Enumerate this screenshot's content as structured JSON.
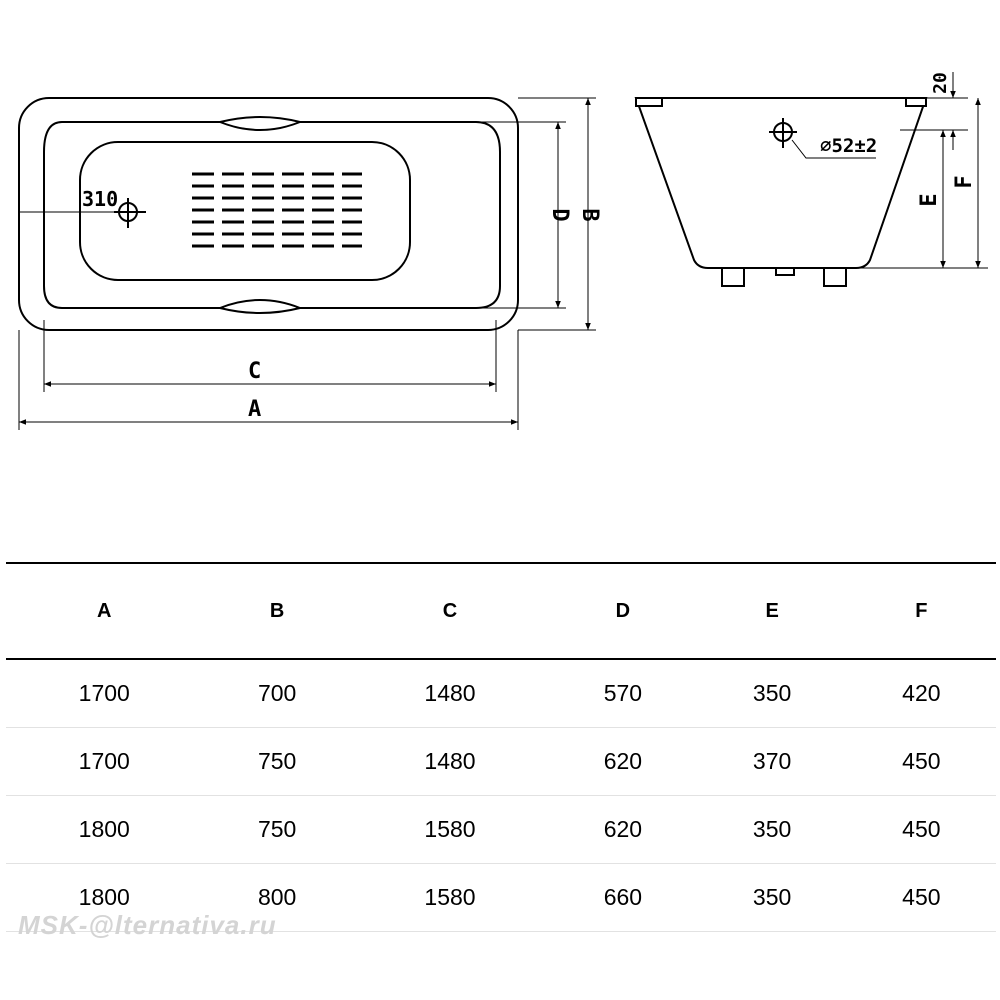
{
  "drawing": {
    "top_view_labels": {
      "drain_offset": "310",
      "dim_a": "A",
      "dim_b": "B",
      "dim_c": "C",
      "dim_d": "D"
    },
    "side_view_labels": {
      "rim_height": "20",
      "drain_diameter": "⌀52±2",
      "dim_e": "E",
      "dim_f": "F"
    }
  },
  "table": {
    "headers": [
      "A",
      "B",
      "C",
      "D",
      "E",
      "F"
    ],
    "rows": [
      [
        "1700",
        "700",
        "1480",
        "570",
        "350",
        "420"
      ],
      [
        "1700",
        "750",
        "1480",
        "620",
        "370",
        "450"
      ],
      [
        "1800",
        "750",
        "1580",
        "620",
        "350",
        "450"
      ],
      [
        "1800",
        "800",
        "1580",
        "660",
        "350",
        "450"
      ]
    ]
  },
  "watermark": "MSK-@lternativa.ru"
}
